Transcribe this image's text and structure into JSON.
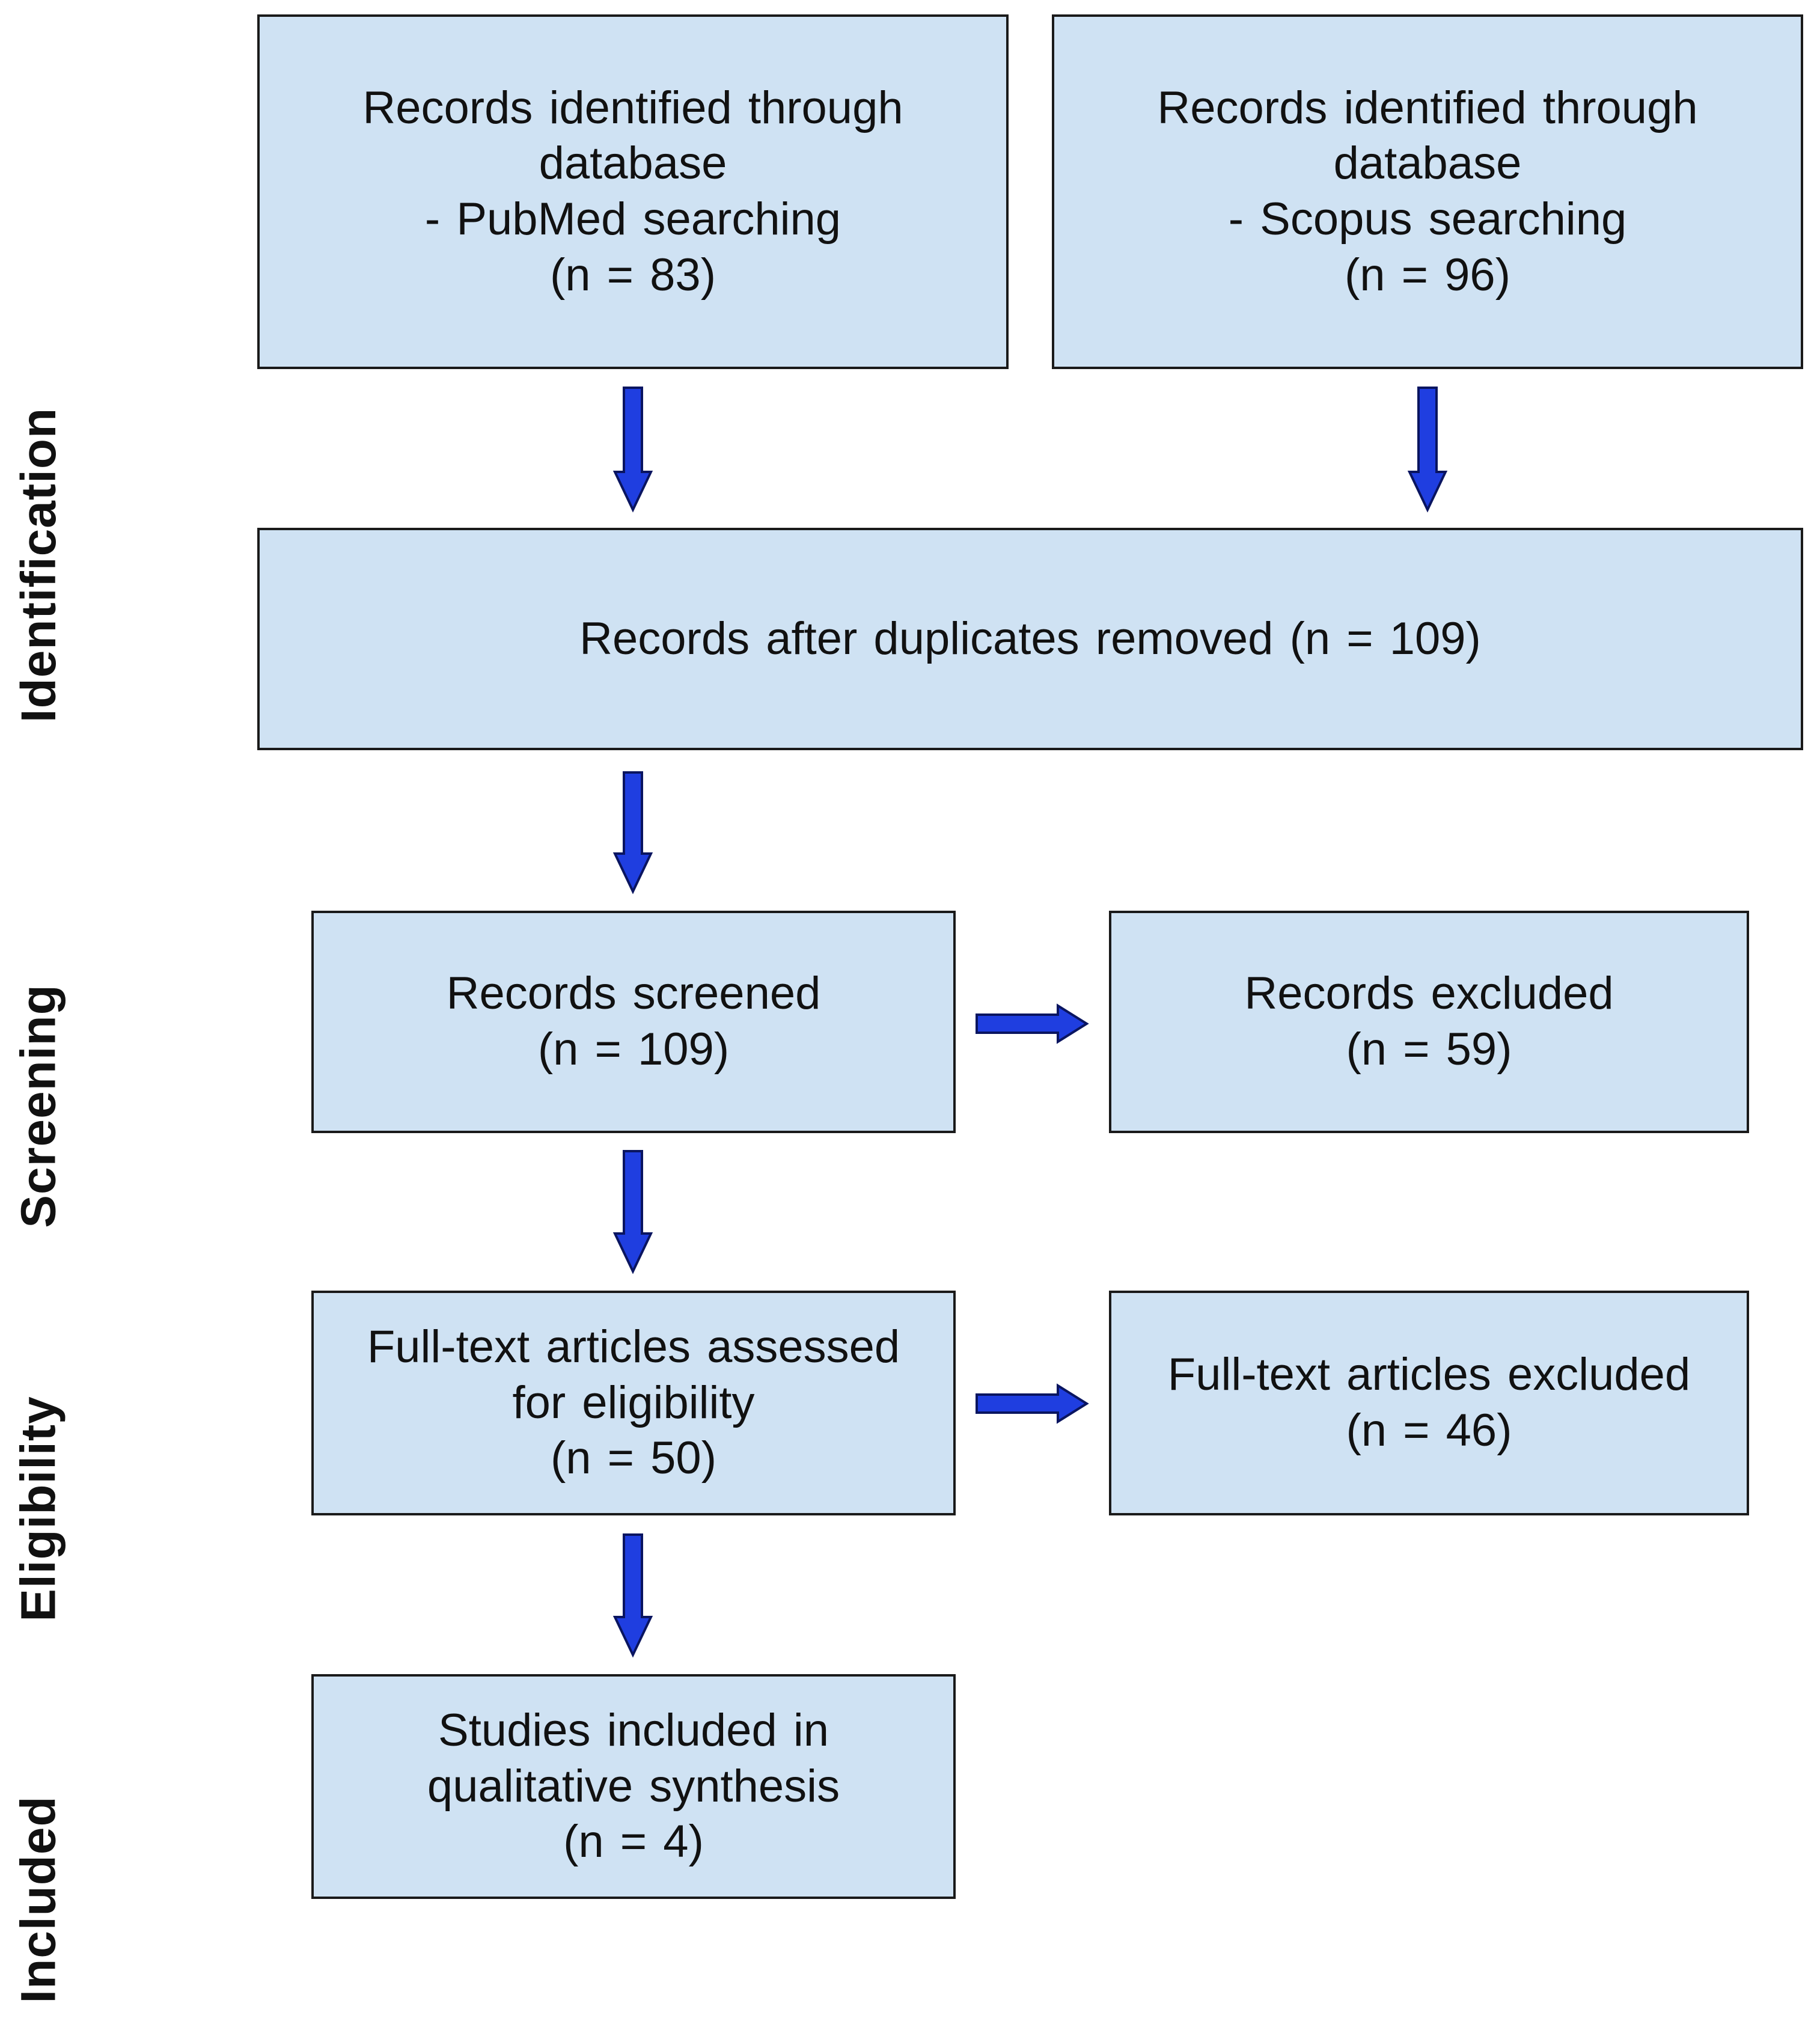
{
  "stages": {
    "identification": "Identification",
    "screening": "Screening",
    "eligibility": "Eligibility",
    "included": "Included"
  },
  "boxes": {
    "pubmed": {
      "line1": "Records identified through",
      "line2": "database",
      "line3": "- PubMed searching",
      "line4": "(n = 83)"
    },
    "scopus": {
      "line1": "Records identified through",
      "line2": "database",
      "line3": "- Scopus searching",
      "line4": "(n = 96)"
    },
    "deduplicated": {
      "line1": "Records after duplicates removed (n = 109)"
    },
    "screened": {
      "line1": "Records screened",
      "line2": "(n = 109)"
    },
    "excluded": {
      "line1": "Records excluded",
      "line2": "(n = 59)"
    },
    "fulltext_assessed": {
      "line1": "Full-text articles assessed",
      "line2": "for eligibility",
      "line3": "(n = 50)"
    },
    "fulltext_excluded": {
      "line1": "Full-text articles excluded",
      "line2": "(n = 46)"
    },
    "included": {
      "line1": "Studies included in",
      "line2": "qualitative synthesis",
      "line3": "(n = 4)"
    }
  },
  "colors": {
    "box_fill": "#cfe2f3",
    "box_border": "#1a1a1a",
    "arrow_fill": "#1f3ee0",
    "arrow_stroke": "#0a1560"
  }
}
